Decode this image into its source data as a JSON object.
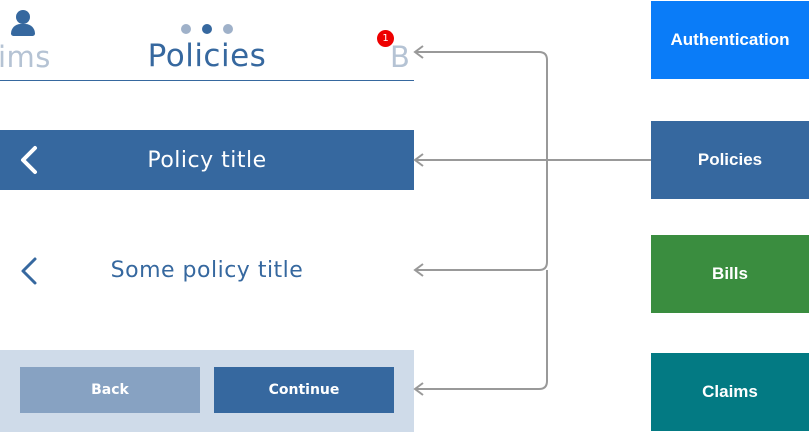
{
  "header": {
    "prev_tab": "ims",
    "current_tab": "Policies",
    "next_tab": "B",
    "notification_count": "1",
    "pager": {
      "count": 3,
      "active_index": 1
    }
  },
  "title_bar": {
    "title": "Policy title"
  },
  "plain_title": {
    "title": "Some policy title"
  },
  "footer": {
    "back_label": "Back",
    "continue_label": "Continue"
  },
  "legend": {
    "authentication": {
      "label": "Authentication",
      "color": "#0a7cf8"
    },
    "policies": {
      "label": "Policies",
      "color": "#36689f"
    },
    "bills": {
      "label": "Bills",
      "color": "#3a8d3f"
    },
    "claims": {
      "label": "Claims",
      "color": "#037a83"
    }
  },
  "colors": {
    "primary": "#36689f",
    "muted_tab": "#b5c3d4",
    "footer_bg": "#cfdbe9",
    "back_button": "#87a2c2",
    "badge": "#ee0000",
    "connector": "#999999"
  },
  "icons": {
    "profile": "user-icon",
    "back": "chevron-left-icon",
    "connector_end": "arrowhead-icon"
  }
}
